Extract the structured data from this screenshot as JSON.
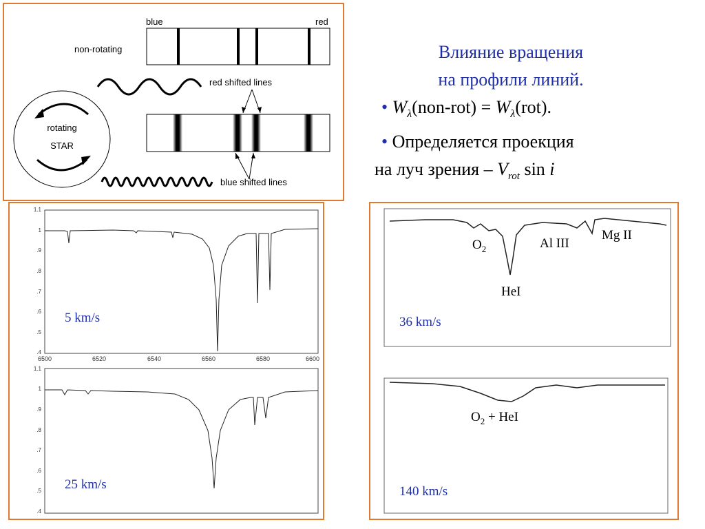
{
  "title": {
    "line1": "Влияние вращения",
    "line2": "на профили линий."
  },
  "bullets": {
    "b1": {
      "w1": "W",
      "sub1": "λ",
      "mid": "(non-rot) = ",
      "w2": "W",
      "sub2": "λ",
      "end": "(rot)."
    },
    "b2": "Определяется проекция",
    "b3": {
      "pre": "на луч зрения – ",
      "v": "V",
      "sub": "rot",
      "sin": " sin ",
      "i": "i"
    }
  },
  "diagram": {
    "blue": "blue",
    "red": "red",
    "non_rotating": "non-rotating",
    "red_shifted": "red shifted lines",
    "rotating": "rotating",
    "star": "STAR",
    "blue_shifted": "blue shifted lines",
    "colors": {
      "frame": "#e07a2e"
    }
  },
  "panels": {
    "p5": {
      "speed": "5 km/s",
      "yticks": [
        "1.1",
        "1",
        ".9",
        ".8",
        ".7",
        ".6",
        ".5",
        ".4"
      ],
      "xticks": [
        "6500",
        "6520",
        "6540",
        "6560",
        "6580",
        "6600"
      ]
    },
    "p25": {
      "speed": "25 km/s",
      "yticks": [
        "1.1",
        "1",
        ".9",
        ".8",
        ".7",
        ".6",
        ".5",
        ".4"
      ]
    },
    "p36": {
      "speed": "36 km/s",
      "o2": "O",
      "o2sub": "2",
      "hei": "HeI",
      "al": "Al III",
      "mg": "Mg II"
    },
    "p140": {
      "speed": "140 km/s",
      "label_pre": "O",
      "label_sub": "2",
      "label_post": " + HeI"
    }
  }
}
